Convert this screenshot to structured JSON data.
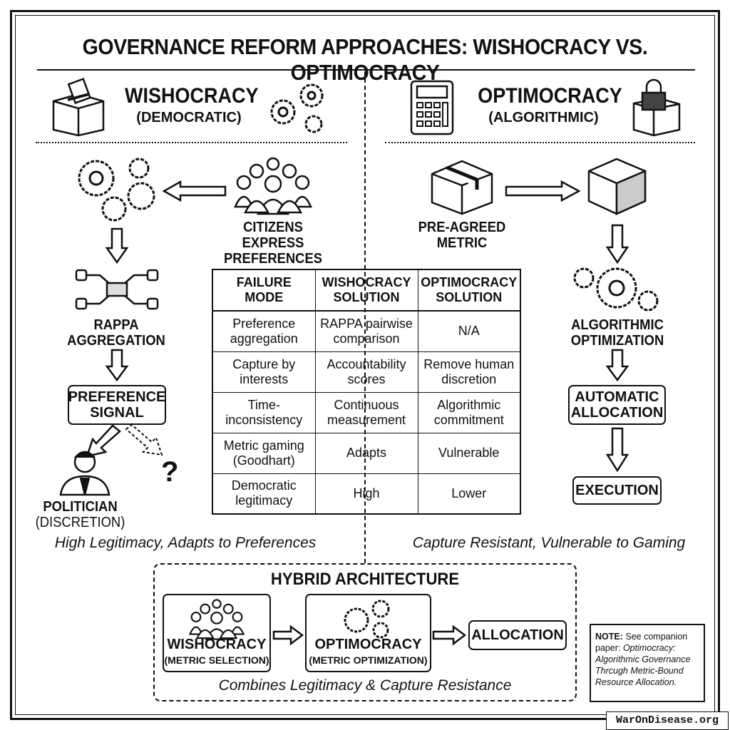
{
  "title": "GOVERNANCE REFORM APPROACHES: WISHOCRACY VS. OPTIMOCRACY",
  "left": {
    "heading": "WISHOCRACY",
    "subheading": "(DEMOCRATIC)",
    "citizens": [
      "CITIZENS EXPRESS",
      "PREFERENCES"
    ],
    "rappa": [
      "RAPPA",
      "AGGREGATION"
    ],
    "signal": [
      "PREFERENCE",
      "SIGNAL"
    ],
    "politician": [
      "POLITICIAN",
      "(DISCRETION)"
    ],
    "question": "?",
    "caption": "High Legitimacy, Adapts to Preferences"
  },
  "right": {
    "heading": "OPTIMOCRACY",
    "subheading": "(ALGORITHMIC)",
    "metric": [
      "PRE-AGREED",
      "METRIC"
    ],
    "optimization": [
      "ALGORITHMIC",
      "OPTIMIZATION"
    ],
    "allocation": [
      "AUTOMATIC",
      "ALLOCATION"
    ],
    "execution": "EXECUTION",
    "caption": "Capture Resistant, Vulnerable to Gaming"
  },
  "table": {
    "headers": [
      [
        "FAILURE",
        "MODE"
      ],
      [
        "WISHOCRACY",
        "SOLUTION"
      ],
      [
        "OPTIMOCRACY",
        "SOLUTION"
      ]
    ],
    "rows": [
      [
        [
          "Preference",
          "aggregation"
        ],
        [
          "RAPPA pairwise",
          "comparison"
        ],
        [
          "N/A"
        ]
      ],
      [
        [
          "Capture by",
          "interests"
        ],
        [
          "Accountability",
          "scores"
        ],
        [
          "Remove human",
          "discretion"
        ]
      ],
      [
        [
          "Time-",
          "inconsistency"
        ],
        [
          "Continuous",
          "measurement"
        ],
        [
          "Algorithmic",
          "commitment"
        ]
      ],
      [
        [
          "Metric gaming",
          "(Goodhart)"
        ],
        [
          "Adapts"
        ],
        [
          "Vulnerable"
        ]
      ],
      [
        [
          "Democratic",
          "legitimacy"
        ],
        [
          "High"
        ],
        [
          "Lower"
        ]
      ]
    ]
  },
  "hybrid": {
    "title": "HYBRID ARCHITECTURE",
    "wishocracy": "WISHOCRACY",
    "wishocracy_sub": "(METRIC SELECTION)",
    "optimocracy": "OPTIMOCRACY",
    "optimocracy_sub": "(METRIC OPTIMIZATION)",
    "allocation": "ALLOCATION",
    "caption": "Combines Legitimacy & Capture Resistance"
  },
  "note": {
    "label": "NOTE:",
    "text": "See companion paper:",
    "italic": "Optimocracy: Algorithmic Governance Thrcugh Metric-Bound Resource Allocation."
  },
  "footer": "WarOnDisease.org"
}
